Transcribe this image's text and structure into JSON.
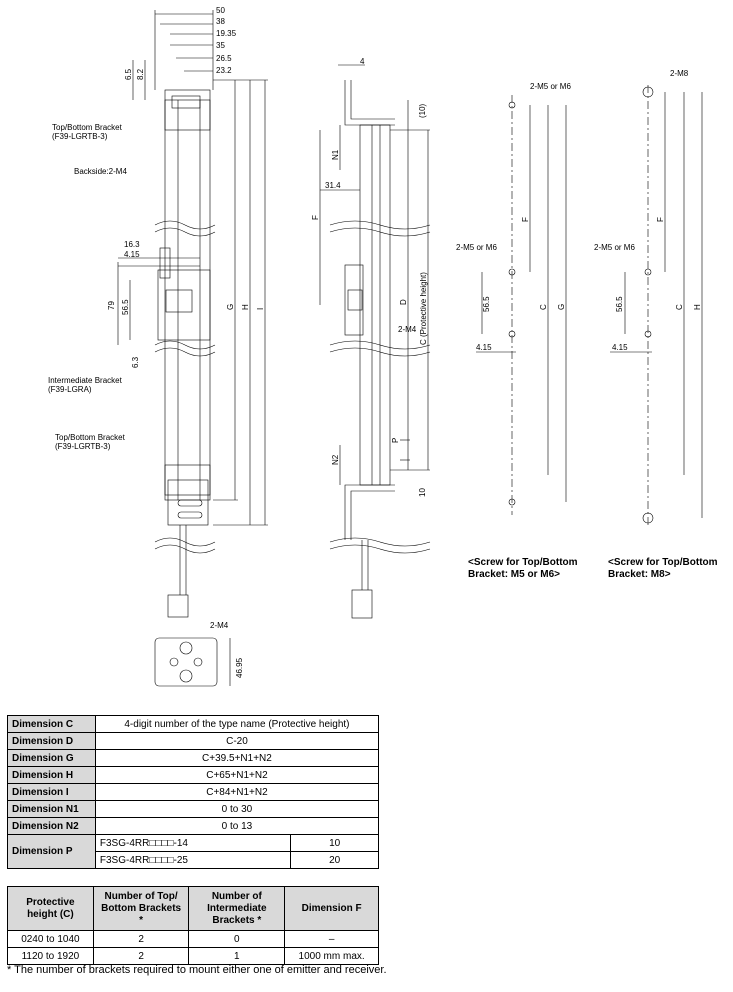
{
  "drawing": {
    "top_dims": [
      "50",
      "38",
      "19.35",
      "35",
      "26.5",
      "23.2"
    ],
    "left_dims": [
      "6.5",
      "8.2"
    ],
    "mid_dims": [
      "16.3",
      "4.15",
      "79",
      "56.5",
      "6.3"
    ],
    "letter_dims": [
      "G",
      "H",
      "I",
      "N1",
      "N2",
      "F",
      "D",
      "P",
      "C (Protective height)",
      "31.4",
      "4",
      "(10)",
      "10"
    ],
    "bracket_labels": {
      "top": "Top/Bottom Bracket\n(F39-LGRTB-3)",
      "backside": "Backside:2-M4",
      "intermediate": "Intermediate Bracket\n(F39-LGRA)",
      "bottom": "Top/Bottom Bracket\n(F39-LGRTB-3)",
      "two_m4": "2-M4",
      "two_m4_bottom": "2-M4",
      "dim_4695": "46.95"
    },
    "screw_m5": {
      "label_top": "2-M5 or M6",
      "label_mid": "2-M5 or M6",
      "dims": [
        "F",
        "56.5",
        "4.15",
        "C",
        "G"
      ],
      "caption_line1": "<Screw for Top/Bottom",
      "caption_line2": "Bracket: M5 or M6>"
    },
    "screw_m8": {
      "label_top": "2-M8",
      "label_mid": "2-M5 or M6",
      "dims": [
        "F",
        "56.5",
        "4.15",
        "C",
        "H"
      ],
      "caption_line1": "<Screw for Top/Bottom",
      "caption_line2": "Bracket: M8>"
    }
  },
  "table1": {
    "rows": [
      {
        "label": "Dimension C",
        "value": "4-digit number of the type name (Protective height)"
      },
      {
        "label": "Dimension D",
        "value": "C-20"
      },
      {
        "label": "Dimension G",
        "value": "C+39.5+N1+N2"
      },
      {
        "label": "Dimension H",
        "value": "C+65+N1+N2"
      },
      {
        "label": "Dimension I",
        "value": "C+84+N1+N2"
      },
      {
        "label": "Dimension N1",
        "value": "0 to 30"
      },
      {
        "label": "Dimension N2",
        "value": "0 to 13"
      }
    ],
    "p_label": "Dimension P",
    "p_rows": [
      {
        "model": "F3SG-4RR□□□□-14",
        "value": "10"
      },
      {
        "model": "F3SG-4RR□□□□-25",
        "value": "20"
      }
    ]
  },
  "table2": {
    "headers": [
      "Protective height (C)",
      "Number of Top/ Bottom Brackets *",
      "Number of Intermediate Brackets *",
      "Dimension F"
    ],
    "rows": [
      [
        "0240 to 1040",
        "2",
        "0",
        "–"
      ],
      [
        "1120 to 1920",
        "2",
        "1",
        "1000 mm max."
      ]
    ]
  },
  "footnote": "*  The number of brackets required to mount either one of emitter and receiver."
}
